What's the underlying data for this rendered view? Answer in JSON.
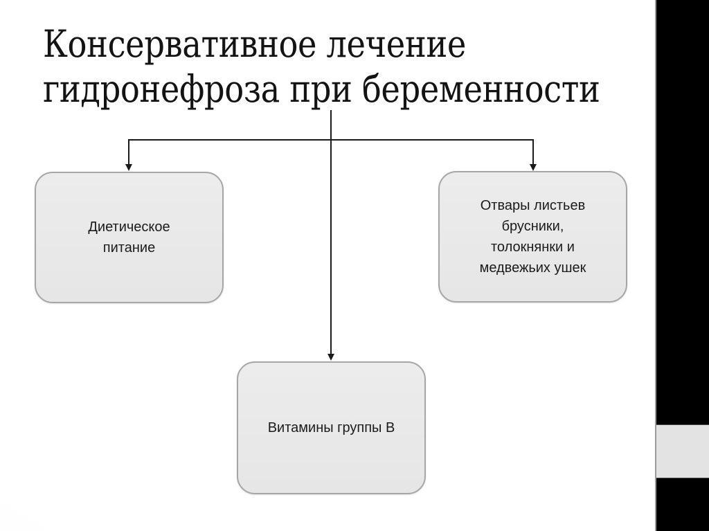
{
  "slide": {
    "title_lines": [
      "Консервативное лечение",
      "гидронефроза при беременности"
    ]
  },
  "diagram": {
    "nodes": {
      "left": {
        "lines": [
          "Диетическое",
          "питание"
        ]
      },
      "right": {
        "lines": [
          "Отвары листьев",
          "брусники,",
          "толокнянки и",
          "медвежьих ушек"
        ]
      },
      "bottom": {
        "lines": [
          "Витамины группы В"
        ]
      }
    }
  },
  "colors": {
    "title_text": "#131313",
    "box_fill": "#e9e9e9",
    "box_border": "#a6a6a6",
    "connector": "#1a1a1a",
    "frame_black": "#000000",
    "frame_notch": "#e3e3e3"
  }
}
